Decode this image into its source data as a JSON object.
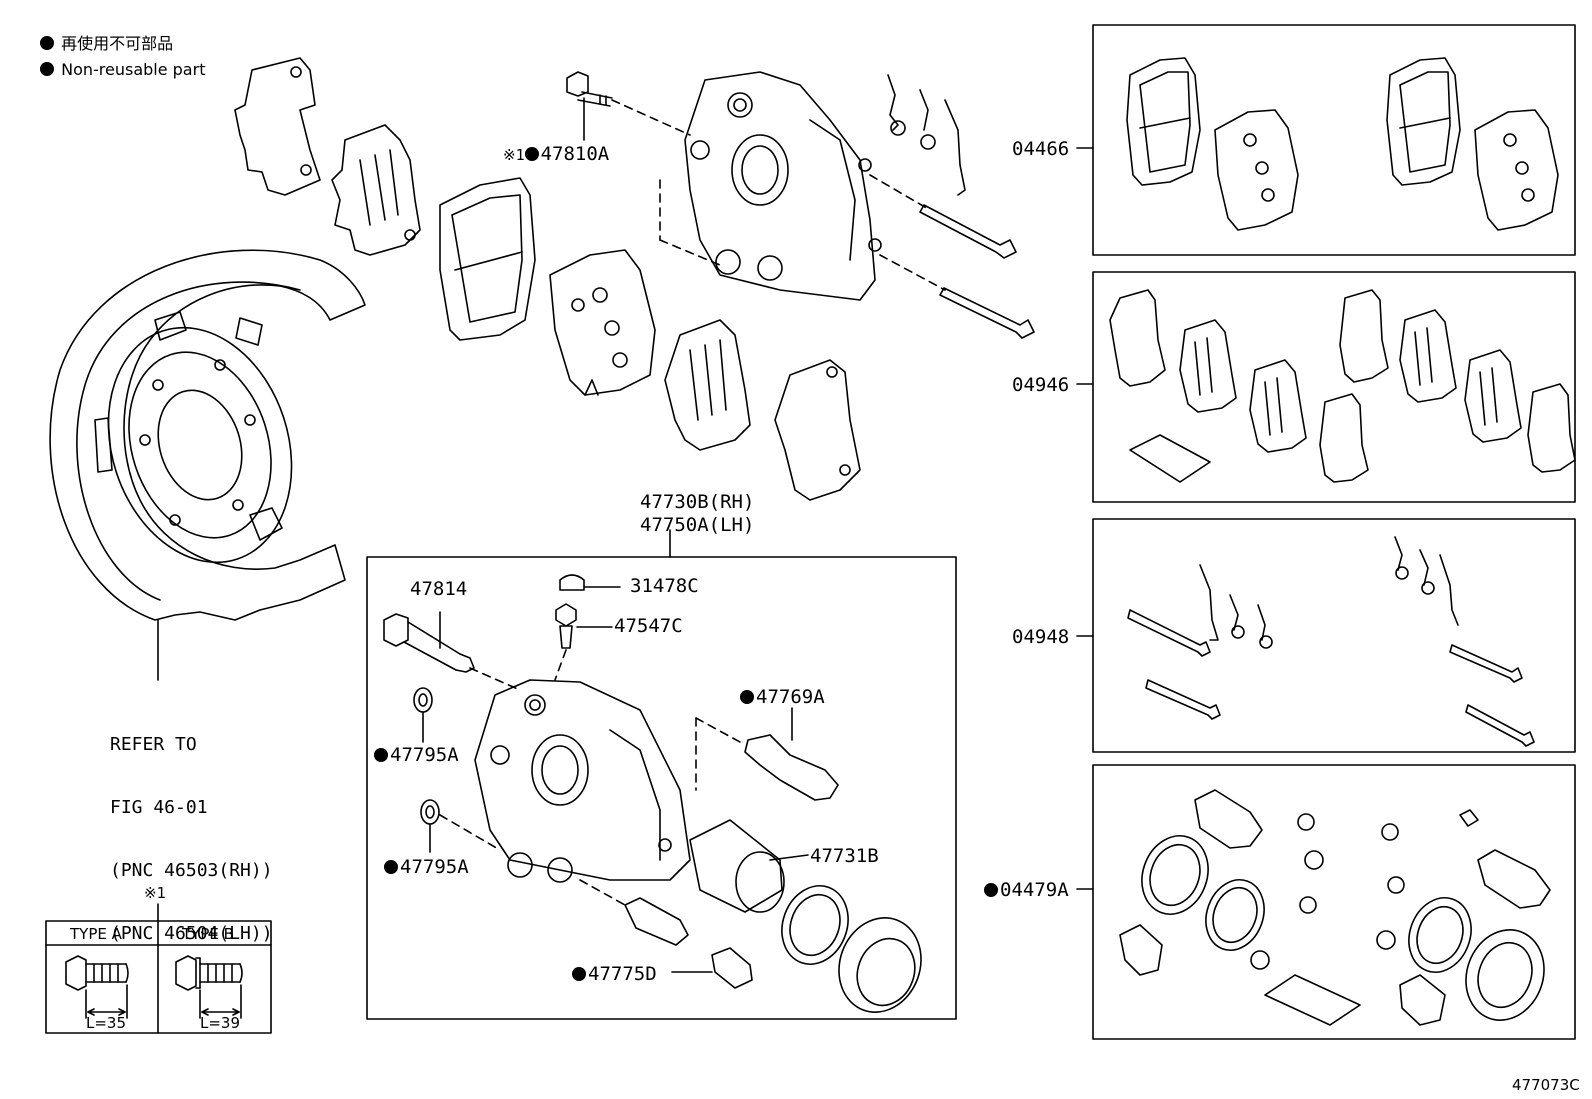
{
  "legend": {
    "japanese": "再使用不可部品",
    "english": "Non-reusable part"
  },
  "callouts": {
    "p47810A": "47810A",
    "p47810A_note": "※1",
    "p47730B": "47730B(RH)",
    "p47750A": "47750A(LH)",
    "p47814": "47814",
    "p31478C": "31478C",
    "p47547C": "47547C",
    "p47769A": "47769A",
    "p47795A_1": "47795A",
    "p47795A_2": "47795A",
    "p47731B": "47731B",
    "p47775D": "47775D"
  },
  "kits": {
    "k04466": "04466",
    "k04946": "04946",
    "k04948": "04948",
    "k04479A": "04479A"
  },
  "refer": {
    "line1": "REFER TO",
    "line2": "FIG 46-01",
    "line3": "(PNC 46503(RH))",
    "line4": "(PNC 46504(LH))"
  },
  "bolt_types": {
    "note": "※1",
    "type_a": "TYPE A",
    "type_b": "TYPE B",
    "len_a": "L=35",
    "len_b": "L=39"
  },
  "figure_id": "477073C"
}
